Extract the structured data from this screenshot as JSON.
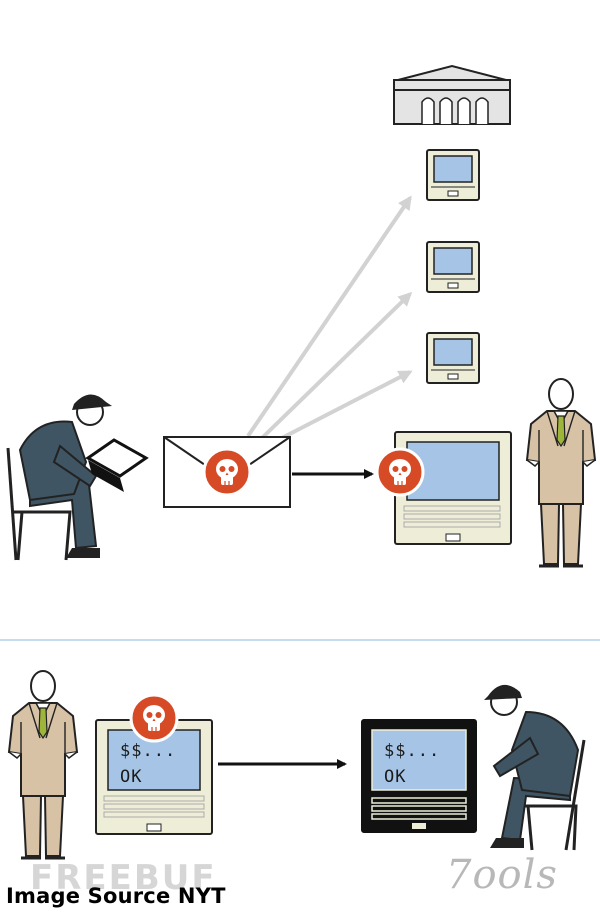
{
  "screen_top": {
    "line1": "$$...",
    "line2": "OK"
  },
  "screen_bottom": {
    "line1": "$$...",
    "line2": "OK"
  },
  "watermark_left": "FREEBUF",
  "watermark_right": "7ools",
  "caption": "Image Source NYT",
  "colors": {
    "navy": "#3f5563",
    "skull_red": "#d64a25",
    "screen_blue": "#a6c5e6",
    "device_body": "#eeeed8",
    "suit_tan": "#d8c2a6",
    "tie_green": "#9cb53a",
    "divider": "#c6dcee",
    "arrow_gray": "#d2d2d2"
  }
}
